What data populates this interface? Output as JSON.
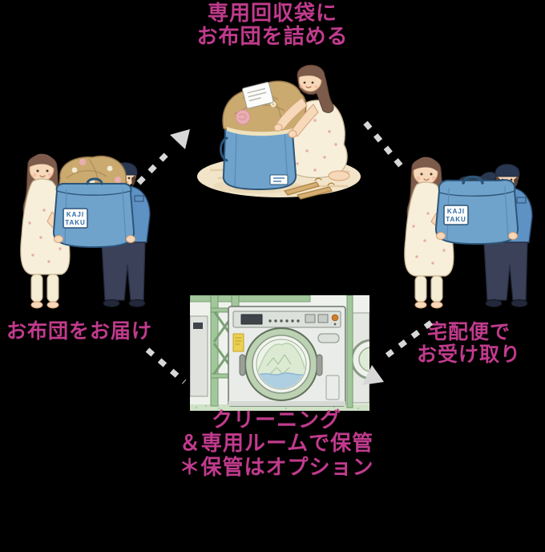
{
  "colors": {
    "background": "#000000",
    "accent_pink": "#c13b8d",
    "arrow_gray": "#d7d7d7",
    "bag_blue": "#6fa3cc"
  },
  "flow": {
    "pack": {
      "line1": "専用回収袋に",
      "line2": "お布団を詰める"
    },
    "pickup": {
      "line1": "宅配便で",
      "line2": "お受け取り"
    },
    "clean": {
      "line1": "クリーニング",
      "line2": "＆専用ルームで保管",
      "note": "＊保管はオプション"
    },
    "deliver": {
      "label": "お布団をお届け"
    }
  },
  "bag_label": {
    "line1": "KAJI",
    "line2": "TAKU"
  }
}
